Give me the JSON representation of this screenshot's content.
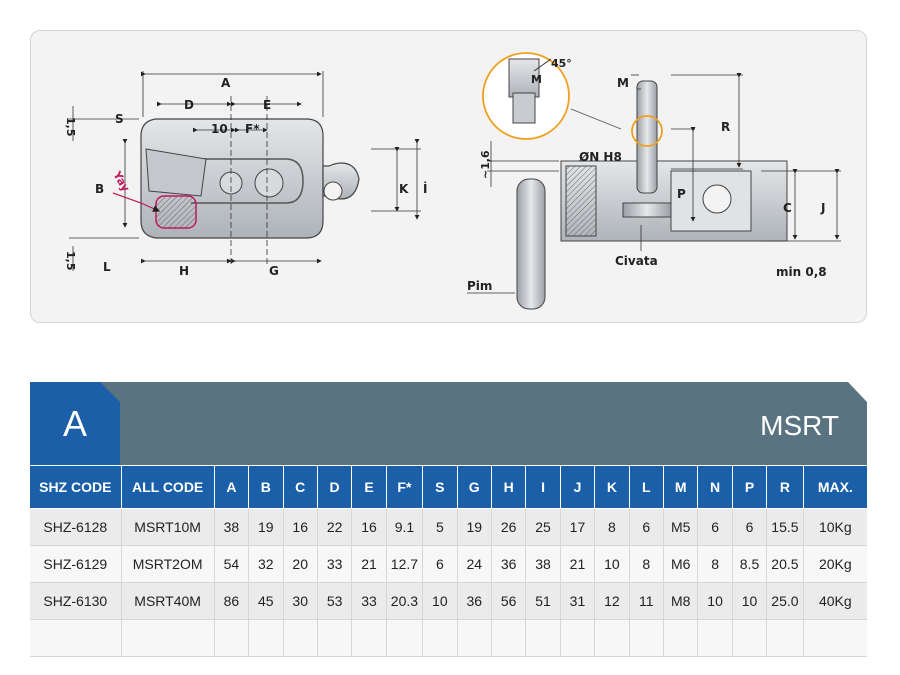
{
  "drawing": {
    "left_view_labels": {
      "A": "A",
      "D": "D",
      "E": "E",
      "ten": "10",
      "Fstar": "F*",
      "S": "S",
      "B": "B",
      "yay": "Yay",
      "L": "L",
      "H": "H",
      "G": "G",
      "K": "K",
      "I": "İ",
      "top_offset": "1,5",
      "bottom_offset": "1,5"
    },
    "right_view_labels": {
      "M_detail": "M",
      "angle": "45°",
      "M": "M",
      "R": "R",
      "hole": "ØN H8",
      "offset": "~1,6",
      "P": "P",
      "C": "C",
      "J": "J",
      "civata": "Civata",
      "min": "min 0,8",
      "pim": "Pim"
    }
  },
  "band": {
    "letter": "A",
    "title": "MSRT",
    "letter_bg": "#1a5fa8",
    "band_bg": "#5a7380"
  },
  "table": {
    "headers": [
      "SHZ CODE",
      "ALL CODE",
      "A",
      "B",
      "C",
      "D",
      "E",
      "F*",
      "S",
      "G",
      "H",
      "I",
      "J",
      "K",
      "L",
      "M",
      "N",
      "P",
      "R",
      "MAX."
    ],
    "rows": [
      [
        "SHZ-6128",
        "MSRT10M",
        "38",
        "19",
        "16",
        "22",
        "16",
        "9.1",
        "5",
        "19",
        "26",
        "25",
        "17",
        "8",
        "6",
        "M5",
        "6",
        "6",
        "15.5",
        "10Kg"
      ],
      [
        "SHZ-6129",
        "MSRT2OM",
        "54",
        "32",
        "20",
        "33",
        "21",
        "12.7",
        "6",
        "24",
        "36",
        "38",
        "21",
        "10",
        "8",
        "M6",
        "8",
        "8.5",
        "20.5",
        "20Kg"
      ],
      [
        "SHZ-6130",
        "MSRT40M",
        "86",
        "45",
        "30",
        "53",
        "33",
        "20.3",
        "10",
        "36",
        "56",
        "51",
        "31",
        "12",
        "11",
        "M8",
        "10",
        "10",
        "25.0",
        "40Kg"
      ],
      [
        "",
        "",
        "",
        "",
        "",
        "",
        "",
        "",
        "",
        "",
        "",
        "",
        "",
        "",
        "",
        "",
        "",
        "",
        "",
        ""
      ]
    ],
    "header_bg": "#1a5fa8"
  }
}
